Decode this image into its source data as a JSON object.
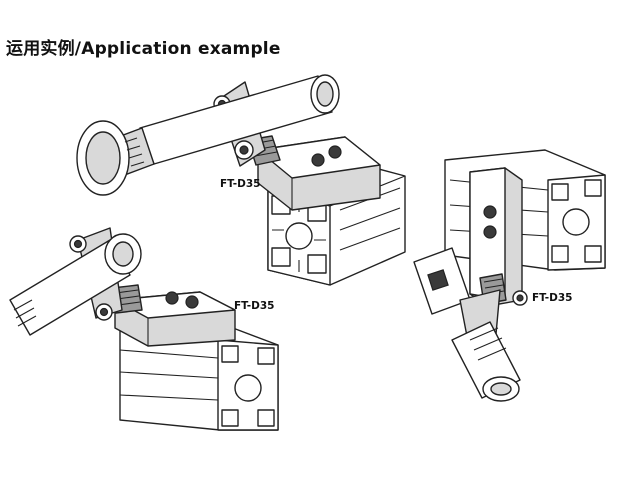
{
  "header": {
    "title": "运用实例/Application example"
  },
  "labels": {
    "top": "FT-D35",
    "left": "FT-D35",
    "right": "FT-D35"
  },
  "icons": [
    "sensor-cylinder-icon",
    "mounting-clamp-icon",
    "aluminum-profile-icon"
  ]
}
